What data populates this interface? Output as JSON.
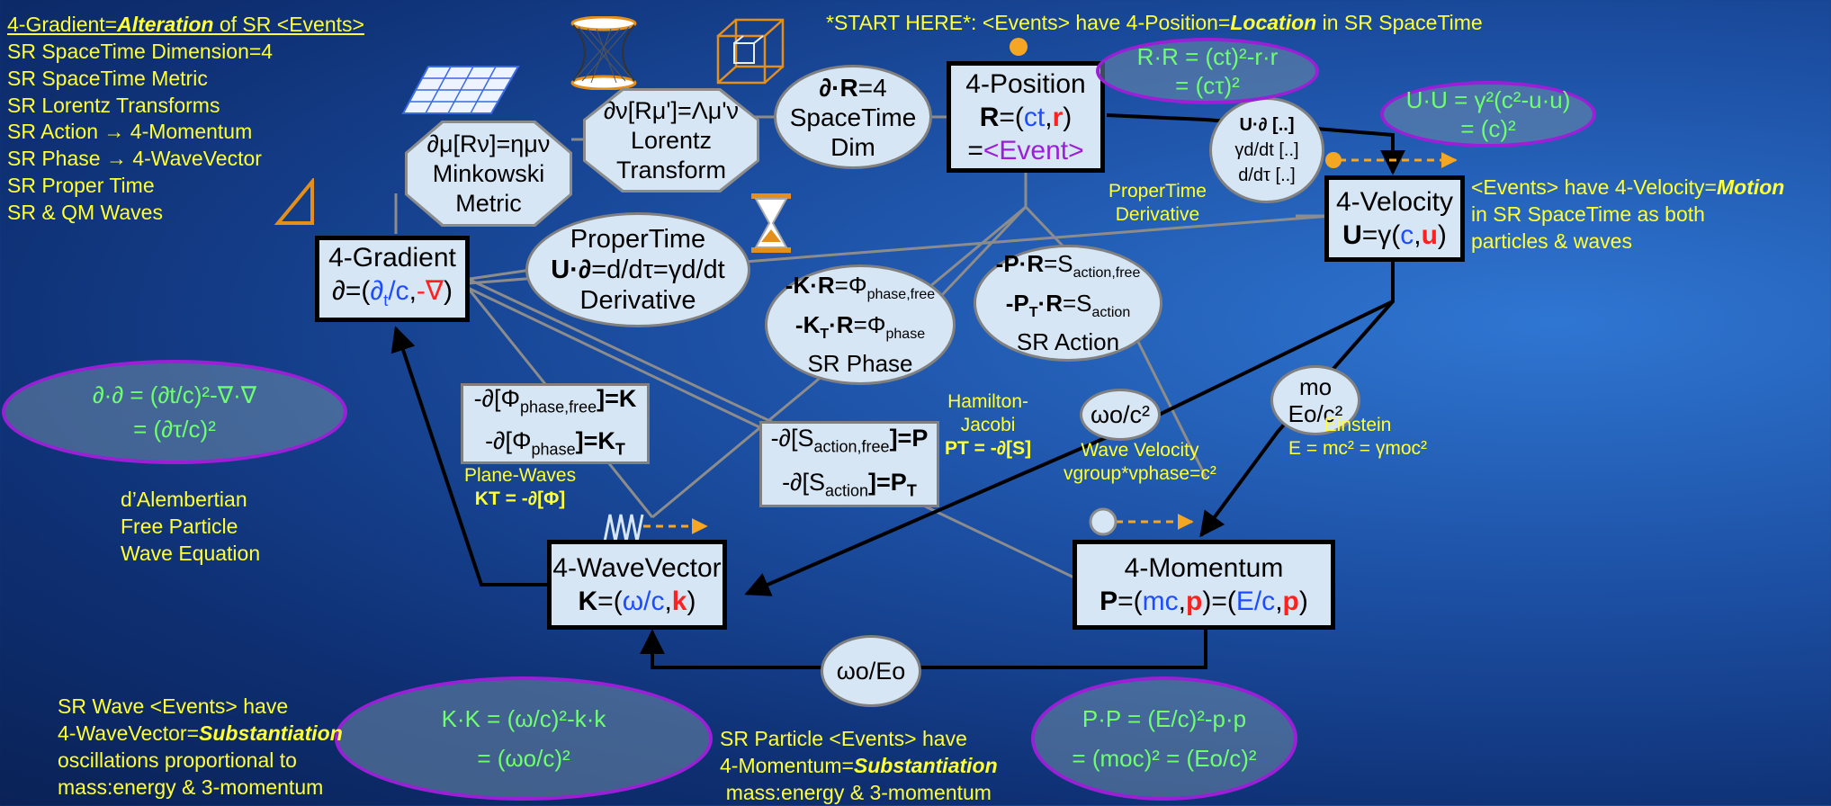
{
  "colors": {
    "background": "#1c4fa3",
    "node_fill": "#d6e6f4",
    "legend_text": "#ffff33",
    "equation_text": "#6dff6d",
    "oval_border": "#9b1fd6",
    "arrow_orange": "#f5a623"
  },
  "legend": {
    "title": "4-Gradient=Alteration of SR <Events>",
    "title_prefix": "4-Gradient=",
    "title_emph": "Alteration",
    "title_suffix": " of SR <Events>",
    "items": [
      "SR SpaceTime Dimension=4",
      "SR SpaceTime Metric",
      "SR Lorentz Transforms",
      "SR Action → 4-Momentum",
      "SR Phase → 4-WaveVector",
      "SR Proper Time",
      "SR & QM Waves"
    ]
  },
  "start_here": {
    "prefix": "*START HERE*: <Events> have 4-Position=",
    "emph": "Location",
    "suffix": " in SR SpaceTime"
  },
  "velocity_note": {
    "line1_prefix": "<Events> have 4-Velocity=",
    "line1_emph": "Motion",
    "line2": "in SR SpaceTime as both",
    "line3": "particles & waves"
  },
  "nodes": {
    "position": {
      "title": "4-Position",
      "eq_var": "R",
      "eq_eq": "=(",
      "eq_a": "ct",
      "eq_comma": ",",
      "eq_b": "r",
      "eq_close": ")",
      "event_eq": "=",
      "event": "<Event>"
    },
    "velocity": {
      "title": "4-Velocity",
      "eq_var": "U",
      "eq_pre": "=γ(",
      "eq_a": "c",
      "eq_comma": ",",
      "eq_b": "u",
      "eq_close": ")"
    },
    "gradient": {
      "title": "4-Gradient",
      "eq_pre": "∂=(",
      "eq_a": "∂",
      "eq_a_sub": "t",
      "eq_a_rest": "/c",
      "eq_comma": ",",
      "eq_b": "-∇",
      "eq_close": ")"
    },
    "wavevector": {
      "title": "4-WaveVector",
      "eq_var": "K",
      "eq_pre": "=(",
      "eq_a": "ω/c",
      "eq_comma": ",",
      "eq_b": "k",
      "eq_close": ")"
    },
    "momentum": {
      "title": "4-Momentum",
      "eq_var": "P",
      "eq_pre": "=(",
      "eq_a": "mc",
      "eq_comma": ",",
      "eq_b": "p",
      "eq_mid": ")=(",
      "eq_c": "E/c",
      "eq_comma2": ",",
      "eq_d": "p",
      "eq_close": ")"
    }
  },
  "spacetime_dim": {
    "line1_a": "∂·R",
    "line1_b": "=4",
    "line2": "SpaceTime",
    "line3": "Dim"
  },
  "lorentz": {
    "line1": "∂ν[Rμ']=Λμ'ν",
    "line2": "Lorentz",
    "line3": "Transform"
  },
  "minkowski": {
    "line1": "∂μ[Rν]=ημν",
    "line2": "Minkowski",
    "line3": "Metric"
  },
  "propertime": {
    "line1": "ProperTime",
    "line2_a": "U·∂",
    "line2_b": "=d/dτ=γd/dt",
    "line3": "Derivative"
  },
  "propertime_label": {
    "line1": "ProperTime",
    "line2": "Derivative"
  },
  "u_deriv": {
    "line1": "U·∂ [..]",
    "line2": "γd/dt [..]",
    "line3": "d/dτ [..]"
  },
  "sr_phase": {
    "line1_a": "-K·R",
    "line1_b": "=Φ",
    "line1_sub": "phase,free",
    "line2_a": "-K",
    "line2_sub_t": "T",
    "line2_b": "·R",
    "line2_c": "=Φ",
    "line2_sub": "phase",
    "line3": "SR Phase"
  },
  "sr_action": {
    "line1_a": "-P·R",
    "line1_b": "=S",
    "line1_sub": "action,free",
    "line2_a": "-P",
    "line2_sub_t": "T",
    "line2_b": "·R",
    "line2_c": "=S",
    "line2_sub": "action",
    "line3": "SR Action"
  },
  "phase_grad": {
    "line1_a": "-∂[Φ",
    "line1_sub": "phase,free",
    "line1_b": "]=K",
    "line2_a": "-∂[Φ",
    "line2_sub": "phase",
    "line2_b": "]=K",
    "line2_sub_t": "T"
  },
  "action_grad": {
    "line1_a": "-∂[S",
    "line1_sub": "action,free",
    "line1_b": "]=P",
    "line2_a": "-∂[S",
    "line2_sub": "action",
    "line2_b": "]=P",
    "line2_sub_t": "T"
  },
  "plane_waves": {
    "line1": "Plane-Waves",
    "line2": "KT = -∂[Φ]"
  },
  "hamilton": {
    "line1": "Hamilton-",
    "line2": "Jacobi",
    "line3": "PT = -∂[S]"
  },
  "omega_c2": {
    "text": "ωo/c²"
  },
  "wave_velocity": {
    "line1": "Wave Velocity",
    "line2": "vgroup*vphase=c²"
  },
  "mo_node": {
    "line1": "mo",
    "line2": "Eo/c²"
  },
  "einstein": {
    "line1": "Einstein",
    "line2": "E = mc² = γmoc²"
  },
  "omega_eo": {
    "text": "ωo/Eo"
  },
  "eq_rr": {
    "line1": "R·R = (ct)²-r·r",
    "line2": "= (cτ)²"
  },
  "eq_uu": {
    "line1": "U·U = γ²(c²-u·u)",
    "line2": "= (c)²"
  },
  "eq_dd": {
    "line1": "∂·∂ = (∂t/c)²-∇·∇",
    "line2": "= (∂τ/c)²"
  },
  "dalembert": {
    "line1": "d’Alembertian",
    "line2": "Free Particle",
    "line3": "Wave Equation"
  },
  "eq_kk": {
    "line1": "K·K = (ω/c)²-k·k",
    "line2": "= (ωo/c)²"
  },
  "eq_pp": {
    "line1": "P·P = (E/c)²-p·p",
    "line2": "= (moc)² = (Eo/c)²"
  },
  "wave_note": {
    "line1": "SR Wave <Events> have",
    "line2_prefix": "4-WaveVector=",
    "line2_emph": "Substantiation",
    "line3": "oscillations proportional to",
    "line4": "mass:energy & 3-momentum"
  },
  "particle_note": {
    "line1": "SR Particle <Events> have",
    "line2_prefix": "4-Momentum=",
    "line2_emph": "Substantiation",
    "line3": "mass:energy & 3-momentum"
  }
}
